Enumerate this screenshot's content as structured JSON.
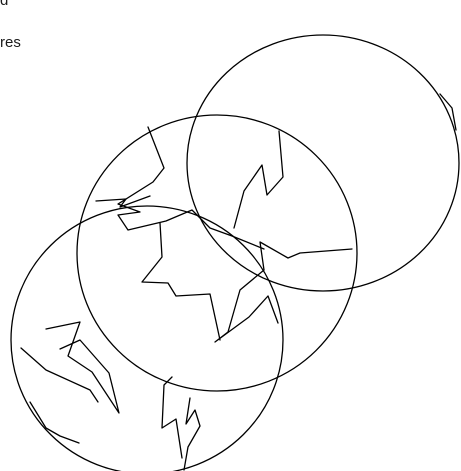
{
  "caption": {
    "line1": "d",
    "line2": "res"
  },
  "figure": {
    "stroke_color": "#000000",
    "shapes": [
      "circle-top-right",
      "circle-middle",
      "circle-bottom-left"
    ]
  }
}
